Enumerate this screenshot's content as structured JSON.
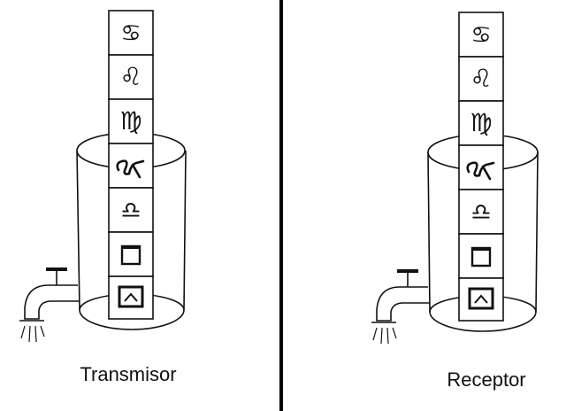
{
  "panels": [
    {
      "id": "left",
      "caption": "Transmisor",
      "blocks": [
        {
          "symbol": "♋",
          "icon": "cancer-symbol-icon"
        },
        {
          "symbol": "♌",
          "icon": "leo-symbol-icon"
        },
        {
          "symbol": "♍",
          "icon": "virgo-symbol-icon"
        },
        {
          "symbol": "",
          "icon": "scribble-symbol-icon"
        },
        {
          "symbol": "♎",
          "icon": "libra-symbol-icon"
        },
        {
          "symbol": "",
          "icon": "square-symbol-icon"
        },
        {
          "symbol": "",
          "icon": "caret-box-symbol-icon"
        }
      ]
    },
    {
      "id": "right",
      "caption": "Receptor",
      "blocks": [
        {
          "symbol": "♋",
          "icon": "cancer-symbol-icon"
        },
        {
          "symbol": "♌",
          "icon": "leo-symbol-icon"
        },
        {
          "symbol": "♍",
          "icon": "virgo-symbol-icon"
        },
        {
          "symbol": "",
          "icon": "scribble-symbol-icon"
        },
        {
          "symbol": "♎",
          "icon": "libra-symbol-icon"
        },
        {
          "symbol": "",
          "icon": "square-symbol-icon"
        },
        {
          "symbol": "",
          "icon": "caret-box-symbol-icon"
        }
      ]
    }
  ],
  "colors": {
    "ink": "#111111",
    "background": "#ffffff"
  }
}
